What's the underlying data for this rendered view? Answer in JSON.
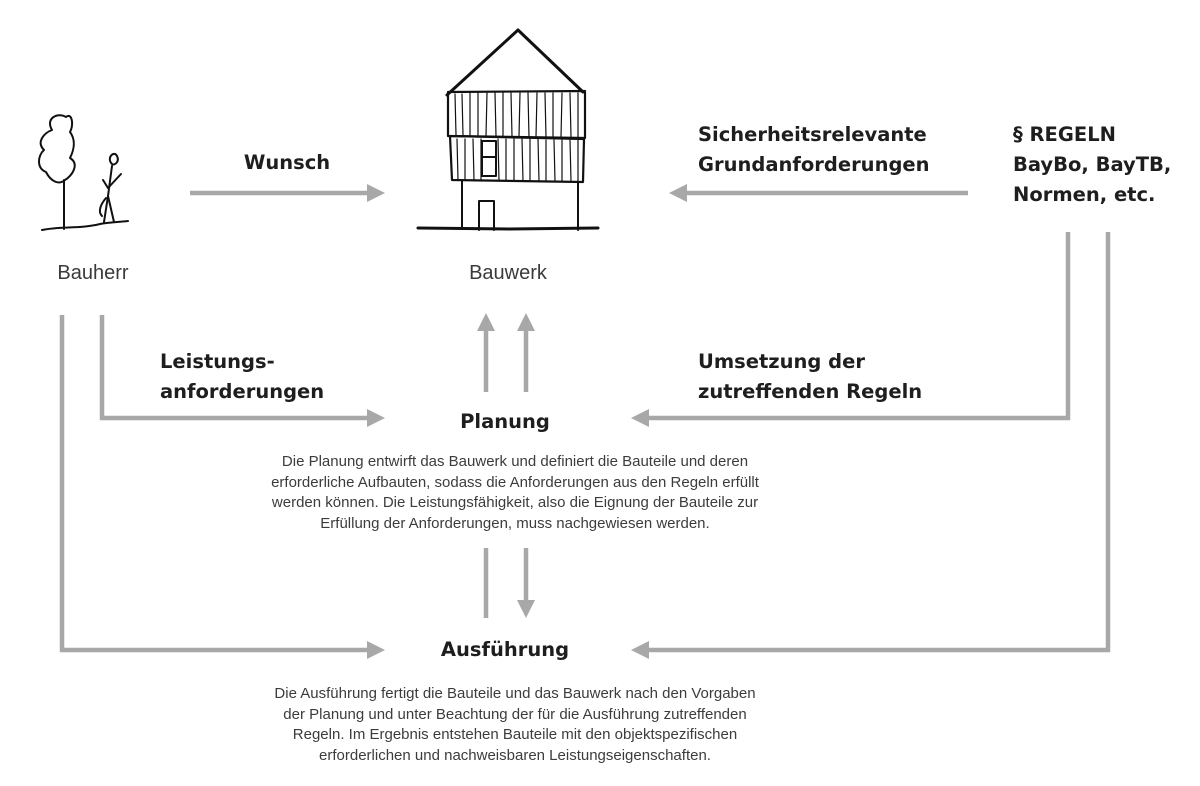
{
  "colors": {
    "arrow": "#a8a8a9",
    "text": "#1e1e1e"
  },
  "bauherr": {
    "label": "Bauherr",
    "icon": "tree-and-person-sketch"
  },
  "bauwerk": {
    "label": "Bauwerk",
    "icon": "house-sketch"
  },
  "wunsch": "Wunsch",
  "sicherheit": {
    "line1": "Sicherheitsrelevante",
    "line2": "Grundanforderungen"
  },
  "regeln": {
    "line1": "§ REGELN",
    "line2": "BayBo, BayTB,",
    "line3": "Normen, etc."
  },
  "leistung": {
    "line1": "Leistungs-",
    "line2": "anforderungen"
  },
  "umsetzung": {
    "line1": "Umsetzung der",
    "line2": "zutreffenden Regeln"
  },
  "planung": {
    "title": "Planung",
    "text": [
      "Die Planung entwirft das Bauwerk und definiert die Bauteile und deren",
      "erforderliche Aufbauten, sodass die Anforderungen aus den Regeln erfüllt",
      "werden können. Die Leistungsfähigkeit, also die Eignung der Bauteile zur",
      "Erfüllung der Anforderungen, muss nachgewiesen werden."
    ]
  },
  "ausfuehrung": {
    "title": "Ausführung",
    "text": [
      "Die Ausführung fertigt die Bauteile und das Bauwerk nach den Vorgaben",
      "der Planung und unter Beachtung der für die Ausführung zutreffenden",
      "Regeln. Im Ergebnis entstehen Bauteile mit den objektspezifischen",
      "erforderlichen und nachweisbaren Leistungseigenschaften."
    ]
  }
}
